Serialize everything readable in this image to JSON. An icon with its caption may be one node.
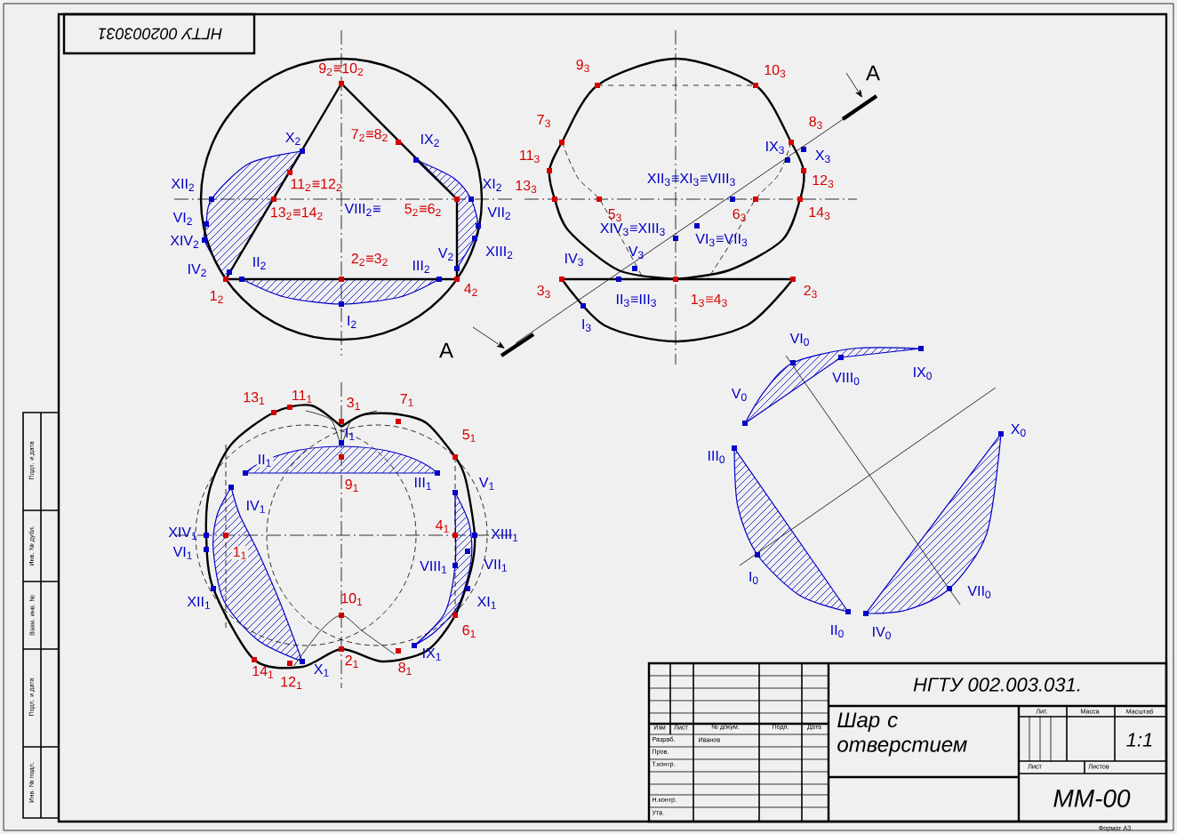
{
  "diagram": {
    "labels": [
      "НГТУ 002003031",
      "9$_{2}$≡10$_{2}$",
      "9$_{3}$",
      "10$_{3}$",
      "A",
      "X$_{2}$",
      "7$_{2}$≡8$_{2}$",
      "IX$_{2}$",
      "7$_{3}$",
      "8$_{3}$",
      "11$_{3}$",
      "IX$_{3}$",
      "X$_{3}$",
      "XII$_{2}$",
      "11$_{2}$≡12$_{2}$",
      "XI$_{2}$",
      "13$_{3}$",
      "XII$_{3}$≡XI$_{3}$≡VIII$_{3}$",
      "12$_{3}$",
      "VI$_{2}$",
      "13$_{2}$≡14$_{2}$",
      "VIII$_{2}$≡",
      "5$_{2}$≡6$_{2}$",
      "VII$_{2}$",
      "5$_{3}$",
      "6$_{3}$",
      "14$_{3}$",
      "XIV$_{2}$",
      "XIV$_{3}$≡XIII$_{3}$",
      "VI$_{3}$≡VII$_{3}$",
      "IV$_{2}$",
      "II$_{2}$",
      "2$_{2}$≡3$_{2}$",
      "III$_{2}$",
      "V$_{2}$",
      "XIII$_{2}$",
      "IV$_{3}$",
      "V$_{3}$",
      "1$_{2}$",
      "4$_{2}$",
      "3$_{3}$",
      "II$_{3}$≡III$_{3}$",
      "1$_{3}$≡4$_{3}$",
      "2$_{3}$",
      "I$_{2}$",
      "I$_{3}$",
      "A",
      "VI$_{0}$",
      "VIII$_{0}$",
      "IX$_{0}$",
      "13$_{1}$",
      "11$_{1}$",
      "3$_{1}$",
      "7$_{1}$",
      "V$_{0}$",
      "I$_{1}$",
      "5$_{1}$",
      "X$_{0}$",
      "II$_{1}$",
      "III$_{0}$",
      "9$_{1}$",
      "III$_{1}$",
      "V$_{1}$",
      "IV$_{1}$",
      "XIV$_{1}$",
      "4$_{1}$",
      "XIII$_{1}$",
      "VI$_{1}$",
      "1$_{1}$",
      "VIII$_{1}$",
      "VII$_{1}$",
      "I$_{0}$",
      "XII$_{1}$",
      "10$_{1}$",
      "XI$_{1}$",
      "VII$_{0}$",
      "6$_{1}$",
      "II$_{0}$",
      "IV$_{0}$",
      "14$_{1}$",
      "X$_{1}$",
      "2$_{1}$",
      "8$_{1}$",
      "IX$_{1}$",
      "12$_{1}$",
      "НГТУ 002.003.031.",
      "Лит.",
      "Масса",
      "Масштаб",
      "Изм",
      "Лист",
      "№ докум.",
      "Подп.",
      "Дата",
      "Разраб.",
      "Иванов",
      "Шар с отверстием",
      "1:1",
      "Пров.",
      "Т.контр.",
      "Лист",
      "Листов",
      "Н.контр.",
      "ММ-00",
      "Утв.",
      "Формат А3",
      "Подп. и дата",
      "Инв. № дубл.",
      "Взам. инв. №",
      "Подп. и дата",
      "Инв. № подл."
    ]
  }
}
